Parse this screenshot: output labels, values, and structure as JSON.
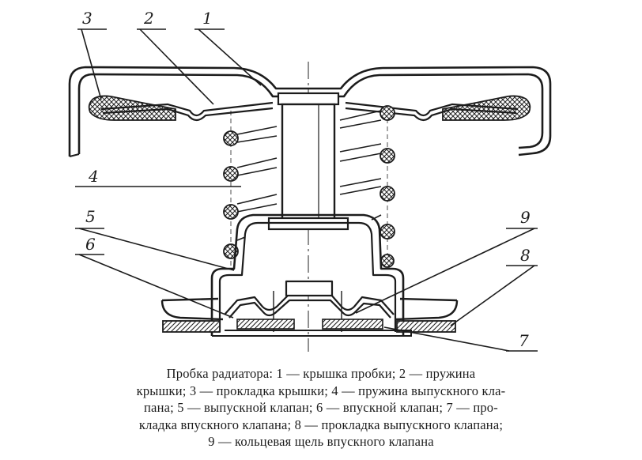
{
  "callouts": {
    "c1": "1",
    "c2": "2",
    "c3": "3",
    "c4": "4",
    "c5": "5",
    "c6": "6",
    "c7": "7",
    "c8": "8",
    "c9": "9"
  },
  "caption": {
    "line1": "Пробка радиатора: 1 — крышка пробки; 2 — пружина",
    "line2": "крышки; 3 — прокладка крышки; 4 — пружина выпускного кла-",
    "line3": "пана; 5 — выпускной клапан; 6 — впускной клапан; 7 — про-",
    "line4": "кладка впускного клапана; 8 — прокладка выпускного клапана;",
    "line5": "9 — кольцевая щель впускного клапана"
  }
}
